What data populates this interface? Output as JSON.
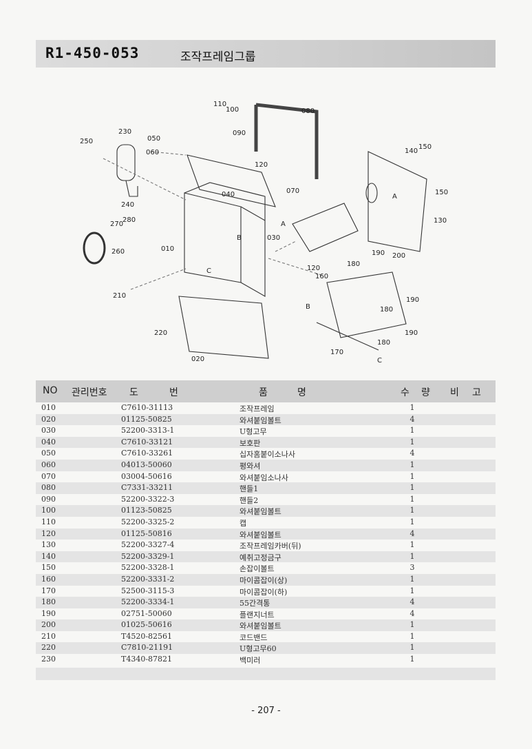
{
  "header": {
    "code": "R1-450-053",
    "title": "조작프레임그룹"
  },
  "diagram": {
    "callouts": [
      "110",
      "100",
      "080",
      "090",
      "230",
      "250",
      "050",
      "060",
      "120",
      "140",
      "150",
      "150",
      "A",
      "130",
      "040",
      "070",
      "240",
      "270",
      "280",
      "A",
      "030",
      "260",
      "010",
      "B",
      "C",
      "120",
      "180",
      "190",
      "200",
      "160",
      "B",
      "180",
      "190",
      "210",
      "180",
      "190",
      "220",
      "170",
      "C",
      "020"
    ]
  },
  "table": {
    "headers": {
      "no": "NO",
      "mgmt": "관리번호",
      "drawing_a": "도",
      "drawing_b": "번",
      "name_a": "품",
      "name_b": "명",
      "qty_a": "수",
      "qty_b": "량",
      "note_a": "비",
      "note_b": "고"
    },
    "rows": [
      {
        "no": "010",
        "part": "C7610-31113",
        "name": "조작프레임",
        "qty": "1"
      },
      {
        "no": "020",
        "part": "01125-50825",
        "name": "와셔붙임볼트",
        "qty": "4"
      },
      {
        "no": "030",
        "part": "52200-3313-1",
        "name": "U형고무",
        "qty": "1"
      },
      {
        "no": "040",
        "part": "C7610-33121",
        "name": "보호판",
        "qty": "1"
      },
      {
        "no": "050",
        "part": "C7610-33261",
        "name": "십자홈붙이소나사",
        "qty": "4"
      },
      {
        "no": "060",
        "part": "04013-50060",
        "name": "평와셔",
        "qty": "1"
      },
      {
        "no": "070",
        "part": "03004-50616",
        "name": "와셔붙임소나사",
        "qty": "1"
      },
      {
        "no": "080",
        "part": "C7331-33211",
        "name": "핸들1",
        "qty": "1"
      },
      {
        "no": "090",
        "part": "52200-3322-3",
        "name": "핸들2",
        "qty": "1"
      },
      {
        "no": "100",
        "part": "01123-50825",
        "name": "와셔붙임볼트",
        "qty": "1"
      },
      {
        "no": "110",
        "part": "52200-3325-2",
        "name": "캡",
        "qty": "1"
      },
      {
        "no": "120",
        "part": "01125-50816",
        "name": "와셔붙임볼트",
        "qty": "4"
      },
      {
        "no": "130",
        "part": "52200-3327-4",
        "name": "조작프레임카버(뒤)",
        "qty": "1"
      },
      {
        "no": "140",
        "part": "52200-3329-1",
        "name": "예취고정금구",
        "qty": "1"
      },
      {
        "no": "150",
        "part": "52200-3328-1",
        "name": "손잡이볼트",
        "qty": "3"
      },
      {
        "no": "160",
        "part": "52200-3331-2",
        "name": "마이콤잡이(상)",
        "qty": "1"
      },
      {
        "no": "170",
        "part": "52500-3115-3",
        "name": "마이콤잡이(하)",
        "qty": "1"
      },
      {
        "no": "180",
        "part": "52200-3334-1",
        "name": "55간격통",
        "qty": "4"
      },
      {
        "no": "190",
        "part": "02751-50060",
        "name": "플랜지너트",
        "qty": "4"
      },
      {
        "no": "200",
        "part": "01025-50616",
        "name": "와셔붙임볼트",
        "qty": "1"
      },
      {
        "no": "210",
        "part": "T4520-82561",
        "name": "코드밴드",
        "qty": "1"
      },
      {
        "no": "220",
        "part": "C7810-21191",
        "name": "U형고무60",
        "qty": "1"
      },
      {
        "no": "230",
        "part": "T4340-87821",
        "name": "백미러",
        "qty": "1"
      }
    ]
  },
  "footer": {
    "page": "- 207 -"
  }
}
